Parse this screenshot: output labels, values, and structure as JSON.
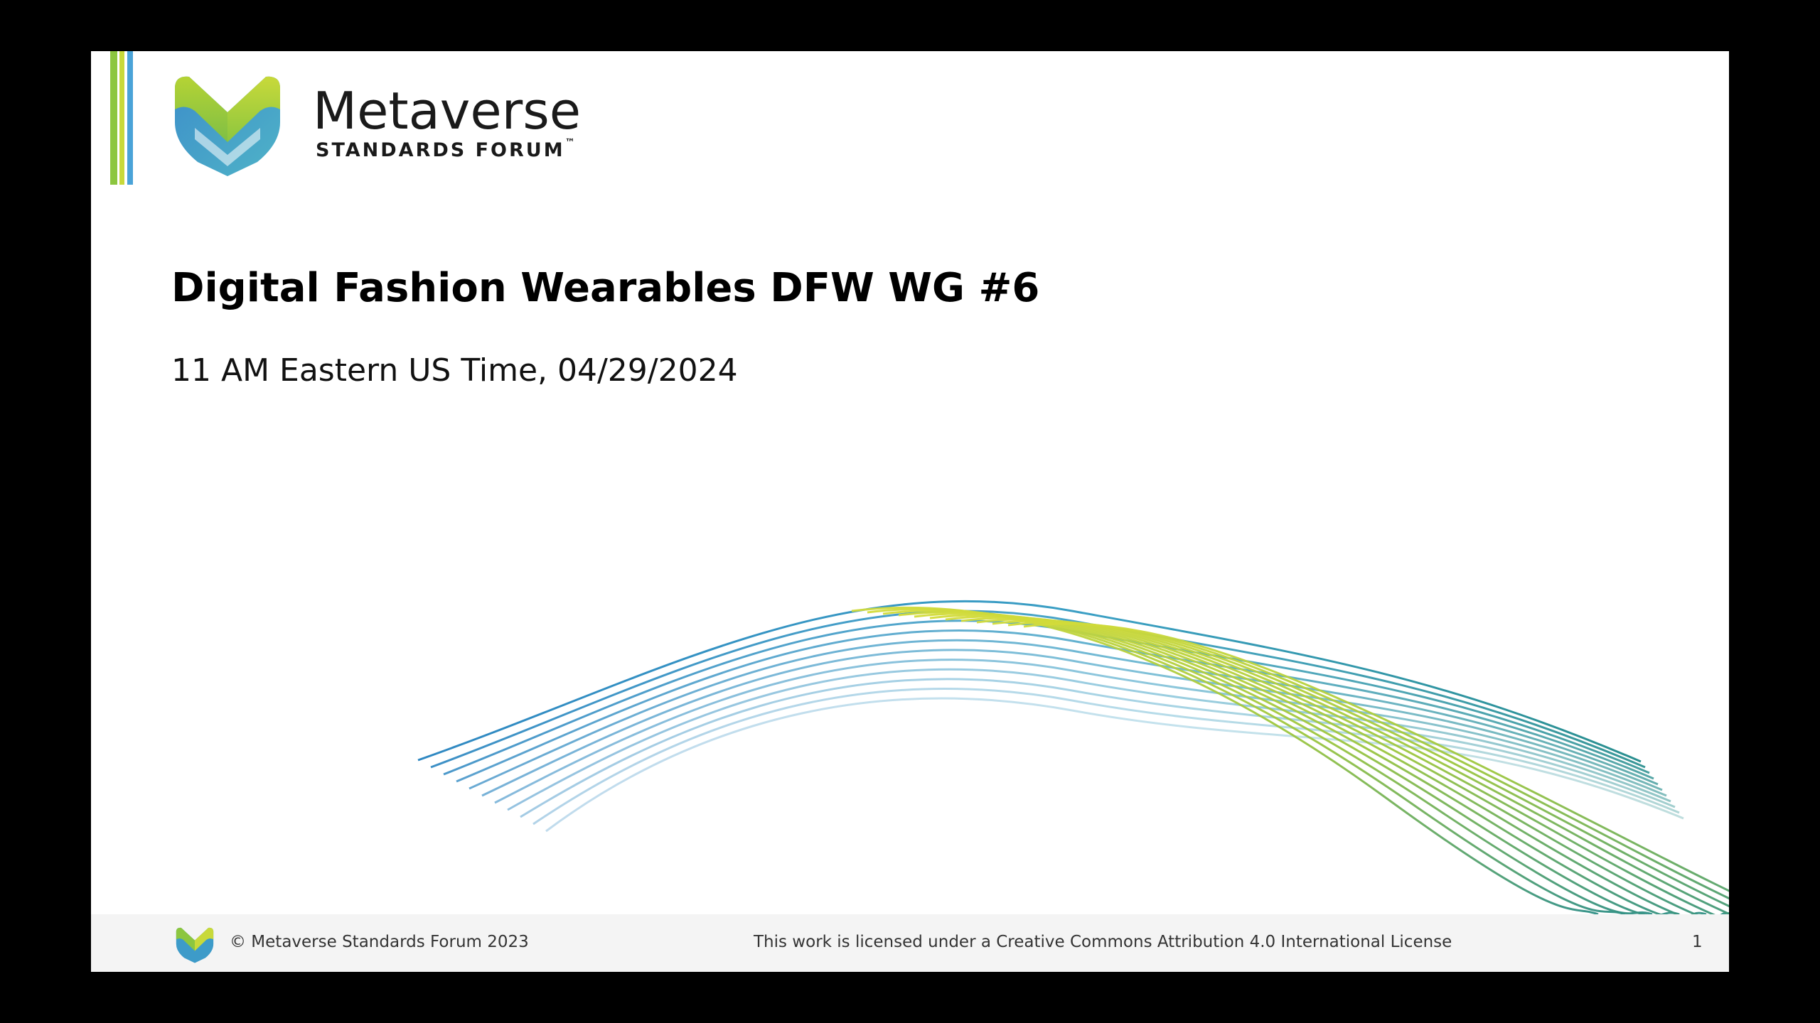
{
  "colors": {
    "background": "#000000",
    "slide": "#ffffff",
    "brand_green": "#8cc63f",
    "brand_lime": "#c8d93a",
    "brand_blue": "#4aa3d8",
    "brand_teal": "#2b8fa8",
    "footer_bg": "#f4f4f4"
  },
  "header": {
    "logo_icon": "metaverse-heart-logo-icon",
    "logo_name": "Metaverse",
    "logo_subtitle": "STANDARDS FORUM",
    "logo_trademark": "™"
  },
  "slide": {
    "title": "Digital Fashion Wearables DFW WG #6",
    "subtitle": "11 AM Eastern US Time, 04/29/2024",
    "decoration": "blue-green-wave-lines"
  },
  "footer": {
    "logo_icon": "metaverse-heart-logo-small-icon",
    "copyright": "© Metaverse Standards Forum 2023",
    "license": "This work is licensed under a Creative Commons Attribution 4.0 International License",
    "page_number": "1"
  }
}
